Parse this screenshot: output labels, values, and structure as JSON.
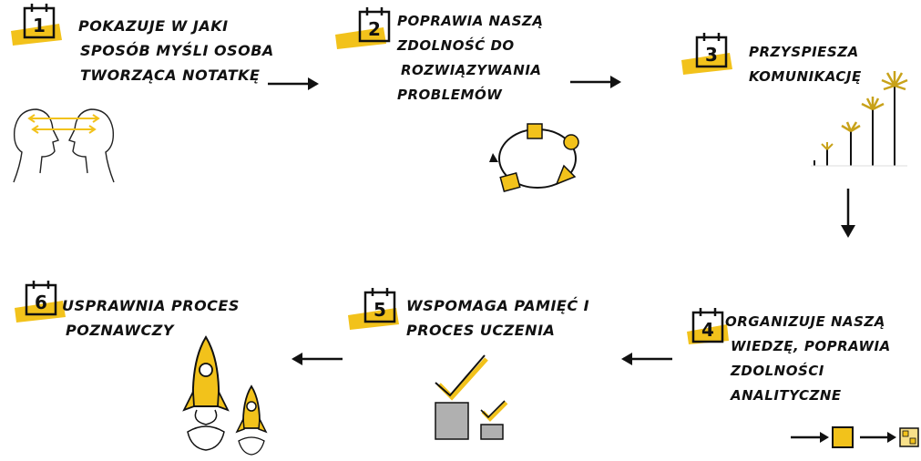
{
  "colors": {
    "accent": "#f2c21b",
    "ink": "#111111",
    "grey": "#b0b0b0"
  },
  "steps": [
    {
      "number": "1",
      "lines": [
        "Pokazuje w jaki",
        "sposób myśli osoba",
        "tworząca notatkę"
      ]
    },
    {
      "number": "2",
      "lines": [
        "Poprawia naszą",
        "zdolność do",
        "rozwiązywania",
        "problemów"
      ]
    },
    {
      "number": "3",
      "lines": [
        "Przyspiesza",
        "komunikację"
      ]
    },
    {
      "number": "4",
      "lines": [
        "Organizuje naszą",
        "wiedzę, poprawia",
        "zdolności",
        "analityczne"
      ]
    },
    {
      "number": "5",
      "lines": [
        "Wspomaga pamięć i",
        "Proces uczenia"
      ]
    },
    {
      "number": "6",
      "lines": [
        "Usprawnia proces",
        "poznawczy"
      ]
    }
  ],
  "icons": [
    "two-heads-icon",
    "cycle-shapes-icon",
    "growing-plants-icon",
    "organizing-boxes-icon",
    "checkmark-bars-icon",
    "rockets-icon"
  ]
}
